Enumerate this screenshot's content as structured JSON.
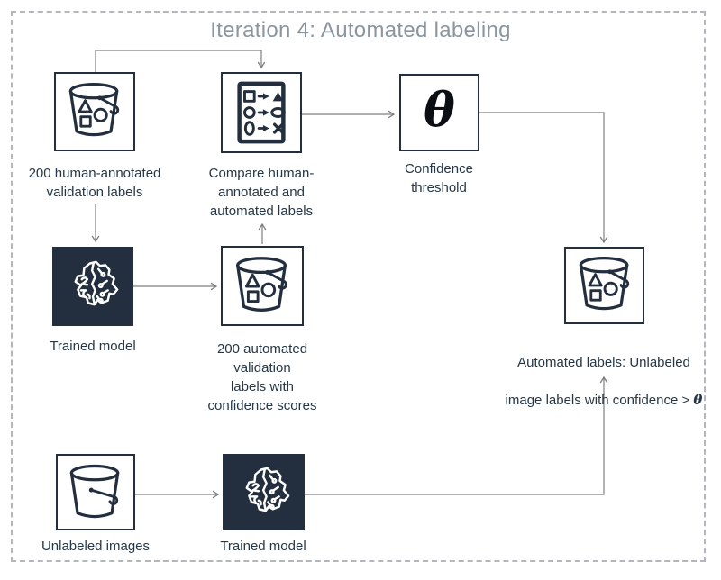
{
  "title": "Iteration 4: Automated labeling",
  "colors": {
    "icon_navy": "#232f3e",
    "label_text": "#253746",
    "title_gray": "#8b95a0",
    "arrow_gray": "#7f7f7f",
    "frame_gray": "#b3b7bb",
    "background": "#ffffff"
  },
  "icons": [
    "s3-bucket-with-labels-icon",
    "compare-labels-icon",
    "theta-symbol",
    "ml-model-brain-icon",
    "s3-bucket-empty-icon"
  ],
  "nodes": {
    "human_bucket": {
      "icon": "s3-bucket-with-labels-icon",
      "label": "200 human-annotated\nvalidation labels"
    },
    "compare": {
      "icon": "compare-labels-icon",
      "label": "Compare human-\nannotated and\nautomated labels"
    },
    "threshold": {
      "icon": "theta-symbol",
      "symbol": "θ",
      "label": "Confidence\nthreshold"
    },
    "trained_model_top": {
      "icon": "ml-model-brain-icon",
      "label": "Trained model"
    },
    "auto_validation_bucket": {
      "icon": "s3-bucket-with-labels-icon",
      "label": "200 automated\nvalidation\nlabels with\nconfidence scores"
    },
    "auto_labels_bucket": {
      "icon": "s3-bucket-with-labels-icon",
      "label_line1": "Automated labels: Unlabeled",
      "label_line2_prefix": "image labels with confidence > ",
      "theta_symbol": "θ"
    },
    "unlabeled_bucket": {
      "icon": "s3-bucket-empty-icon",
      "label": "Unlabeled images"
    },
    "trained_model_bottom": {
      "icon": "ml-model-brain-icon",
      "label": "Trained model"
    }
  },
  "edges": [
    {
      "from": "human_bucket",
      "to": "compare"
    },
    {
      "from": "compare",
      "to": "threshold"
    },
    {
      "from": "threshold",
      "to": "auto_labels_bucket"
    },
    {
      "from": "human_bucket",
      "to": "trained_model_top"
    },
    {
      "from": "trained_model_top",
      "to": "auto_validation_bucket"
    },
    {
      "from": "auto_validation_bucket",
      "to": "compare"
    },
    {
      "from": "unlabeled_bucket",
      "to": "trained_model_bottom"
    },
    {
      "from": "trained_model_bottom",
      "to": "auto_labels_bucket"
    }
  ]
}
